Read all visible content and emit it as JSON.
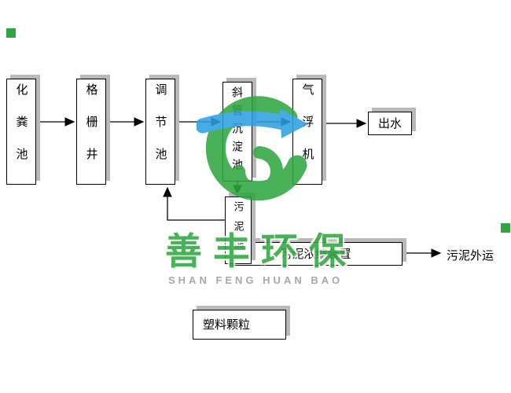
{
  "brand": {
    "name_cn": "善丰环保",
    "name_en": "SHAN FENG HUAN BAO",
    "green": "#2fa63f",
    "blue": "#2e9fe0"
  },
  "nodes": [
    {
      "label": "化粪池"
    },
    {
      "label": "格栅井"
    },
    {
      "label": "调节池"
    },
    {
      "label": "斜管沉淀池"
    },
    {
      "label": "气浮机"
    },
    {
      "label": "出水"
    },
    {
      "label": "污泥池"
    },
    {
      "label": "污泥浓缩装置"
    },
    {
      "label": "塑料颗粒"
    }
  ],
  "flow_labels": {
    "sludge_out": "污泥外运"
  }
}
